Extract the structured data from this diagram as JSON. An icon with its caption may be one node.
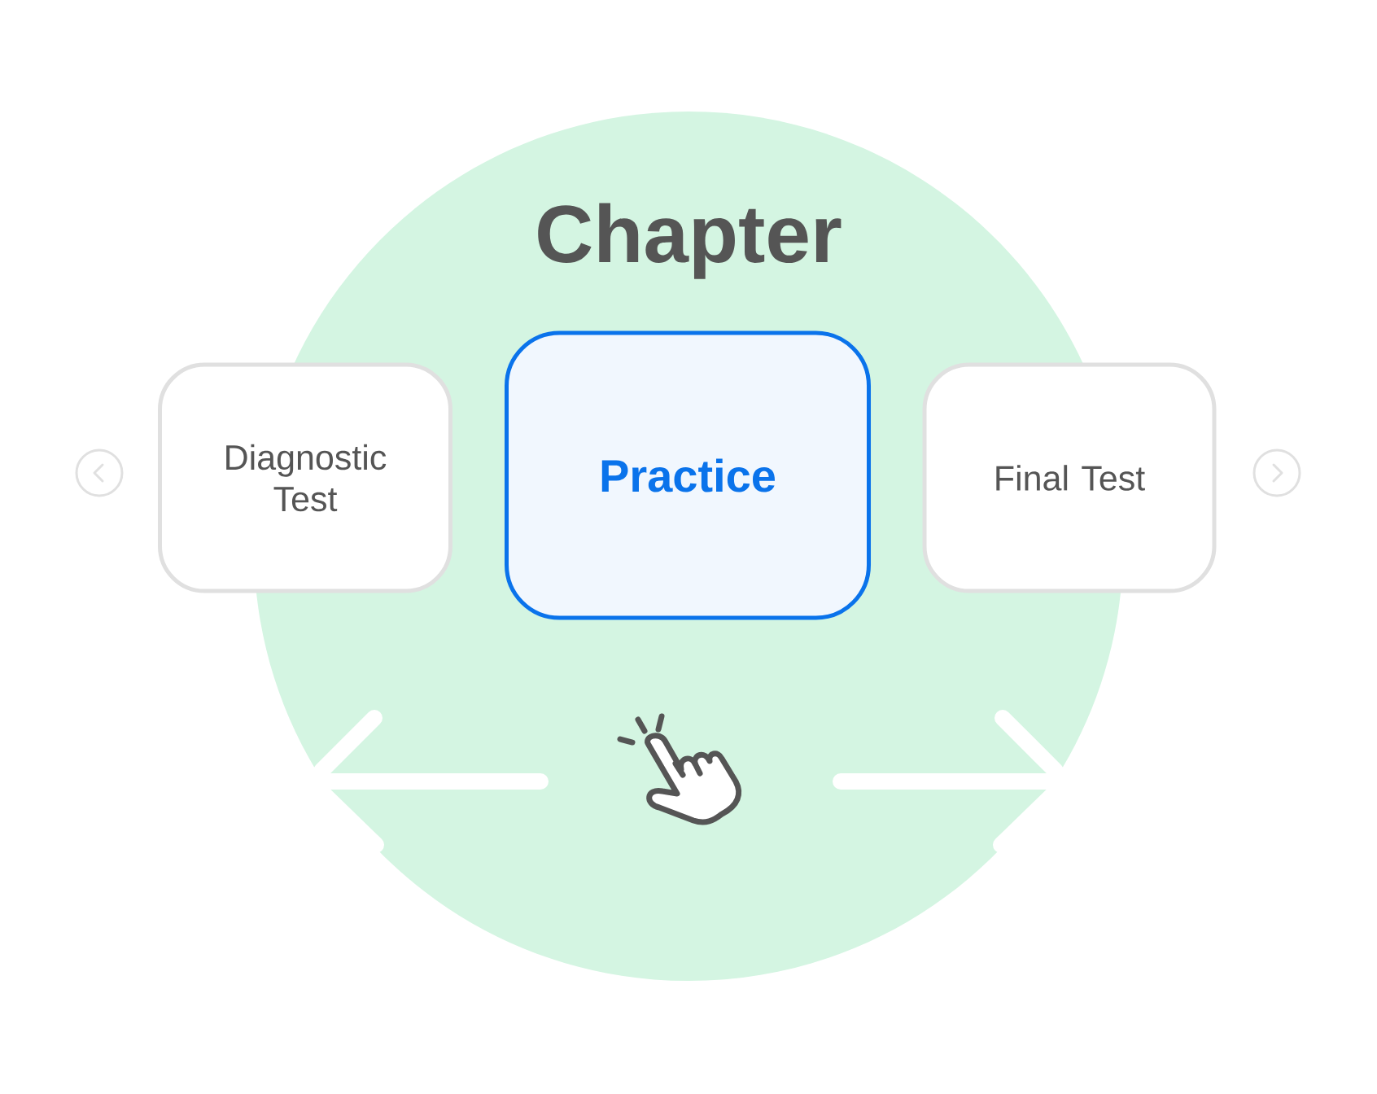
{
  "diagram": {
    "nodes": [
      {
        "text": [
          "Chapter"
        ]
      },
      {
        "text": [
          "Diagnostic Test"
        ]
      },
      {
        "text": [
          "Practice"
        ],
        "in": 0
      },
      {
        "text": [
          "Final Test"
        ]
      }
    ]
  }
}
